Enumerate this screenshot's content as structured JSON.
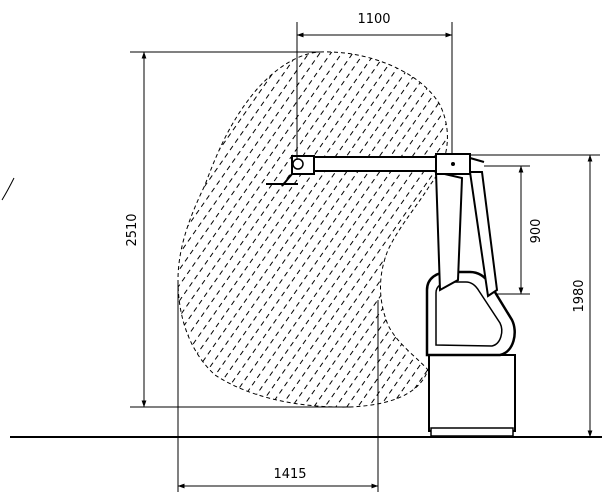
{
  "dimensions": {
    "reach_horizontal": "1100",
    "reach_vertical": "2510",
    "arm_drop": "900",
    "total_height": "1980",
    "workspace_width": "1415"
  },
  "colors": {
    "line": "#000000",
    "background": "#ffffff"
  }
}
